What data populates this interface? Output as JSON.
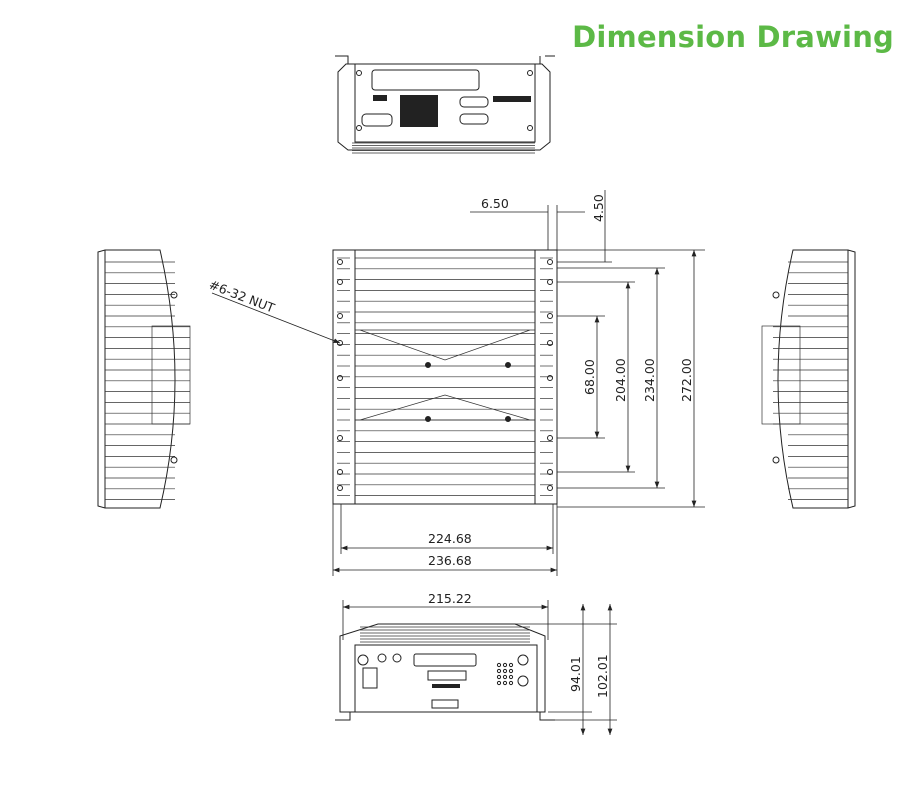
{
  "title": "Dimension Drawing",
  "colors": {
    "title": "#5cb946",
    "line": "#222222"
  },
  "annotations": {
    "nut": "#6-32 NUT"
  },
  "dimensions": {
    "offset_x": "6.50",
    "offset_y": "4.50",
    "hole_spacing_inner": "68.00",
    "hole_spacing_mid": "204.00",
    "hole_spacing_outer": "234.00",
    "depth_total": "272.00",
    "width_inner": "224.68",
    "width_total": "236.68",
    "front_width": "215.22",
    "height_body": "94.01",
    "height_total": "102.01"
  }
}
